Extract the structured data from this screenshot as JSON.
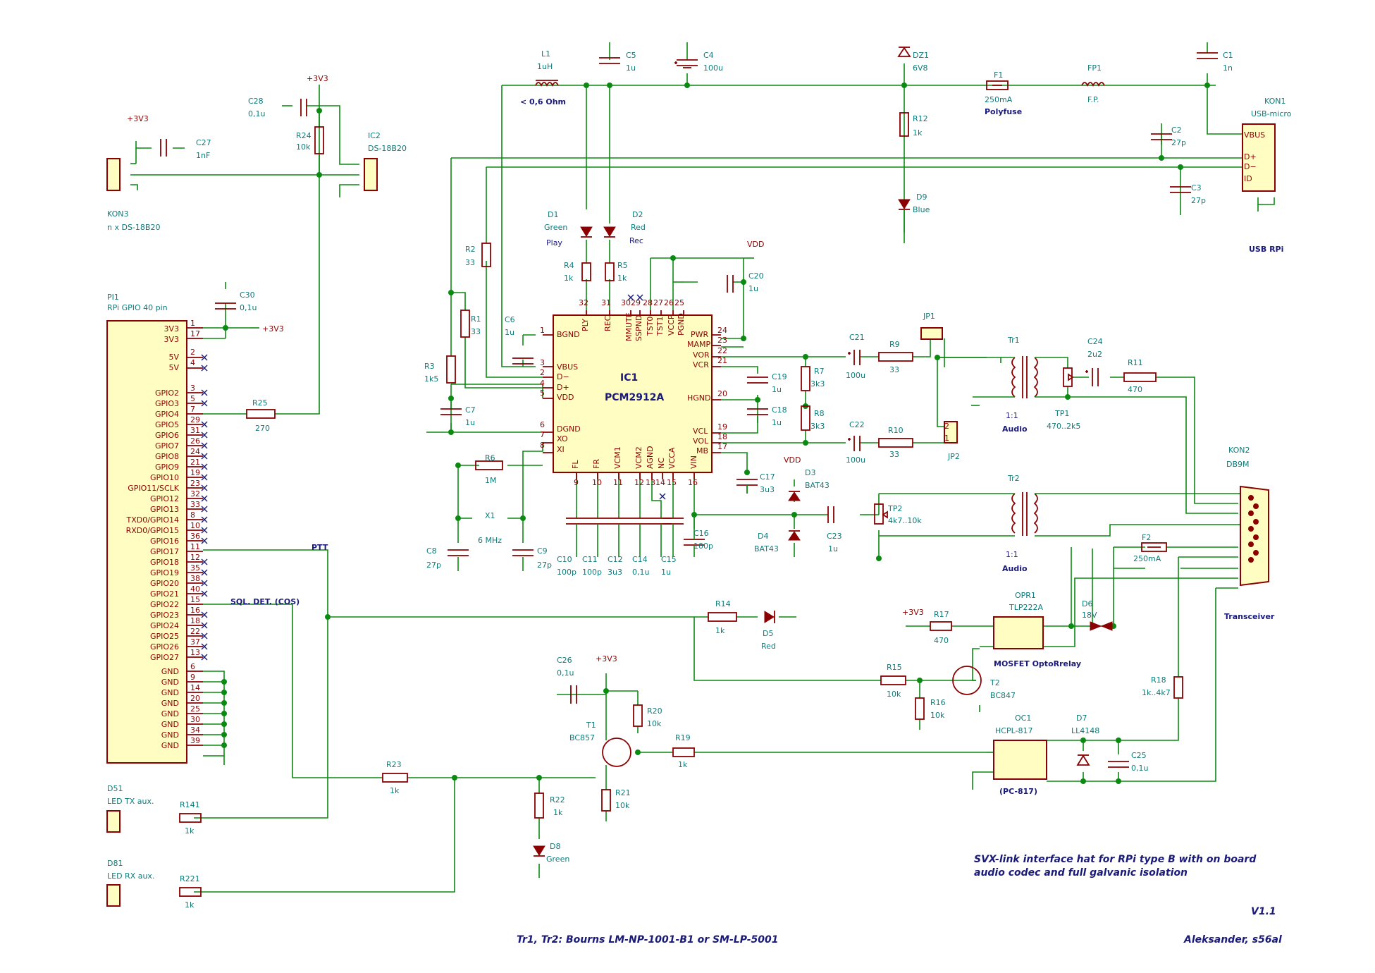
{
  "title": "SVX-link interface hat for RPi type B with on board audio codec and full galvanic isolation",
  "version": "V1.1",
  "author": "Aleksander, s56al",
  "transformer_note": "Tr1, Tr2: Bourns LM-NP-1001-B1 or SM-LP-5001",
  "ic1": {
    "ref": "IC1",
    "value": "PCM2912A"
  },
  "pi1": {
    "ref": "PI1",
    "value": "RPi GPIO 40 pin"
  },
  "power": {
    "v3": "+3V3",
    "vdd": "VDD"
  },
  "nets": {
    "ptt": "PTT",
    "sql": "SQL. DET. (COS)",
    "low_ohm": "< 0,6 Ohm"
  },
  "labels": {
    "usb_rpi": "USB RPi",
    "transceiver": "Transceiver",
    "audio1": "Audio",
    "audio2": "Audio",
    "ratio1": "1:1",
    "ratio2": "1:1",
    "mosfet": "MOSFET OptoRrelay",
    "pc817": "(PC-817)",
    "play": "Play",
    "rec": "Rec",
    "polyfuse": "Polyfuse"
  }
}
